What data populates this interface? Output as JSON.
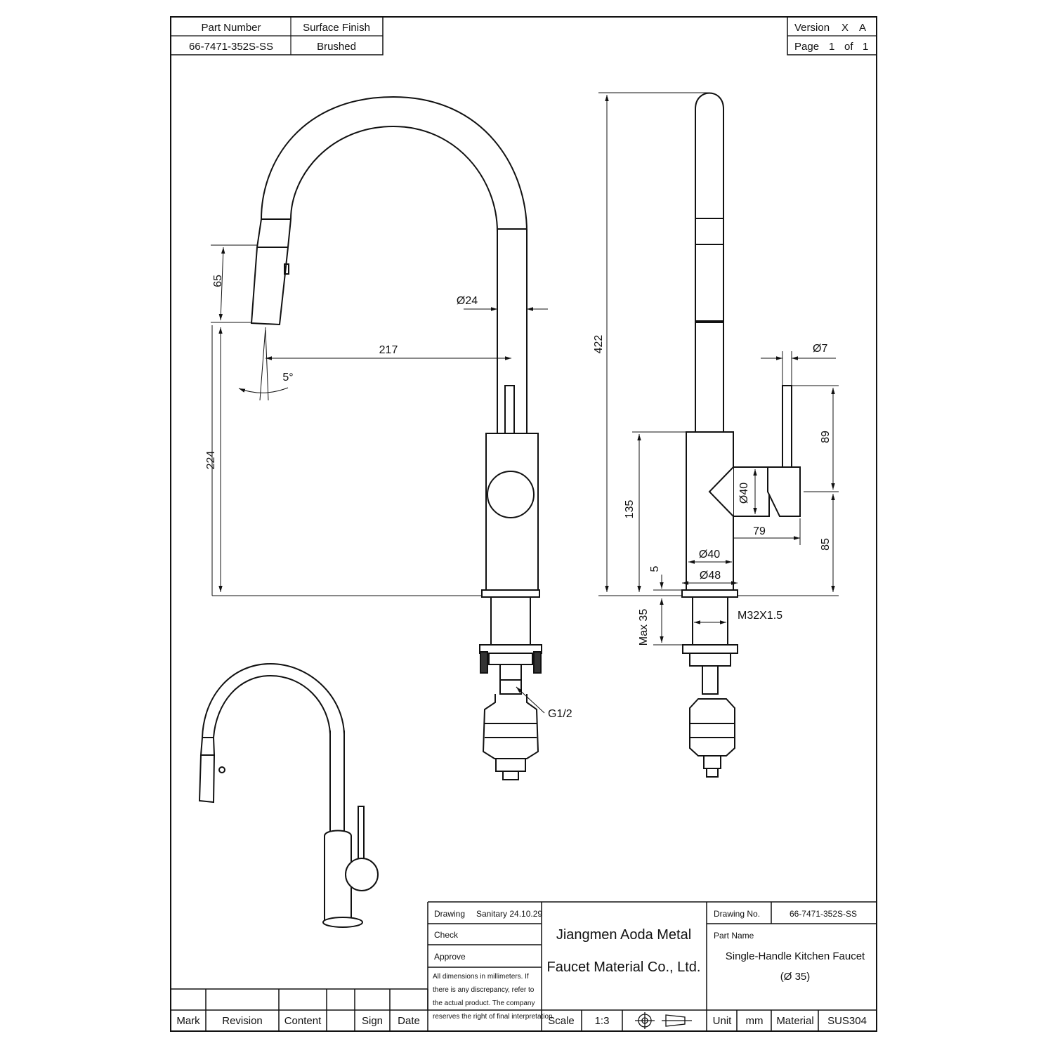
{
  "header": {
    "part_number_label": "Part Number",
    "part_number_value": "66-7471-352S-SS",
    "surface_finish_label": "Surface Finish",
    "surface_finish_value": "Brushed",
    "version_label": "Version",
    "version_value_1": "X",
    "version_value_2": "A",
    "page_label": "Page",
    "page_current": "1",
    "page_of": "of",
    "page_total": "1"
  },
  "dimensions": {
    "spout_head": "65",
    "spout_dia": "Ø24",
    "reach": "217",
    "angle": "5°",
    "spout_height": "224",
    "total_height": "422",
    "handle_dia": "Ø7",
    "handle_len": "89",
    "body_dia_40": "Ø40",
    "handle_offset": "79",
    "body_height": "135",
    "handle_base": "85",
    "base_dia_40": "Ø40",
    "base_dia_48": "Ø48",
    "base_thk": "5",
    "thread": "M32X1.5",
    "max_deck": "Max 35",
    "inlet_thread": "G1/2"
  },
  "title_block": {
    "drawing_label": "Drawing",
    "drawing_value": "Sanitary 24.10.29",
    "check_label": "Check",
    "approve_label": "Approve",
    "note_lines": [
      "All dimensions in millimeters. If",
      "there is any discrepancy, refer to",
      "the actual product. The company",
      "reserves the right of final interpretation."
    ],
    "company_line1": "Jiangmen Aoda Metal",
    "company_line2": "Faucet Material Co.,  Ltd.",
    "drawing_no_label": "Drawing No.",
    "drawing_no_value": "66-7471-352S-SS",
    "part_name_label": "Part Name",
    "part_name_value": "Single-Handle Kitchen Faucet",
    "part_name_sub": "(Ø 35)",
    "revision_headers": [
      "Mark",
      "Revision",
      "Content",
      "",
      "Sign",
      "Date"
    ],
    "scale_label": "Scale",
    "scale_value": "1:3",
    "unit_label": "Unit",
    "unit_value": "mm",
    "material_label": "Material",
    "material_value": "SUS304"
  }
}
